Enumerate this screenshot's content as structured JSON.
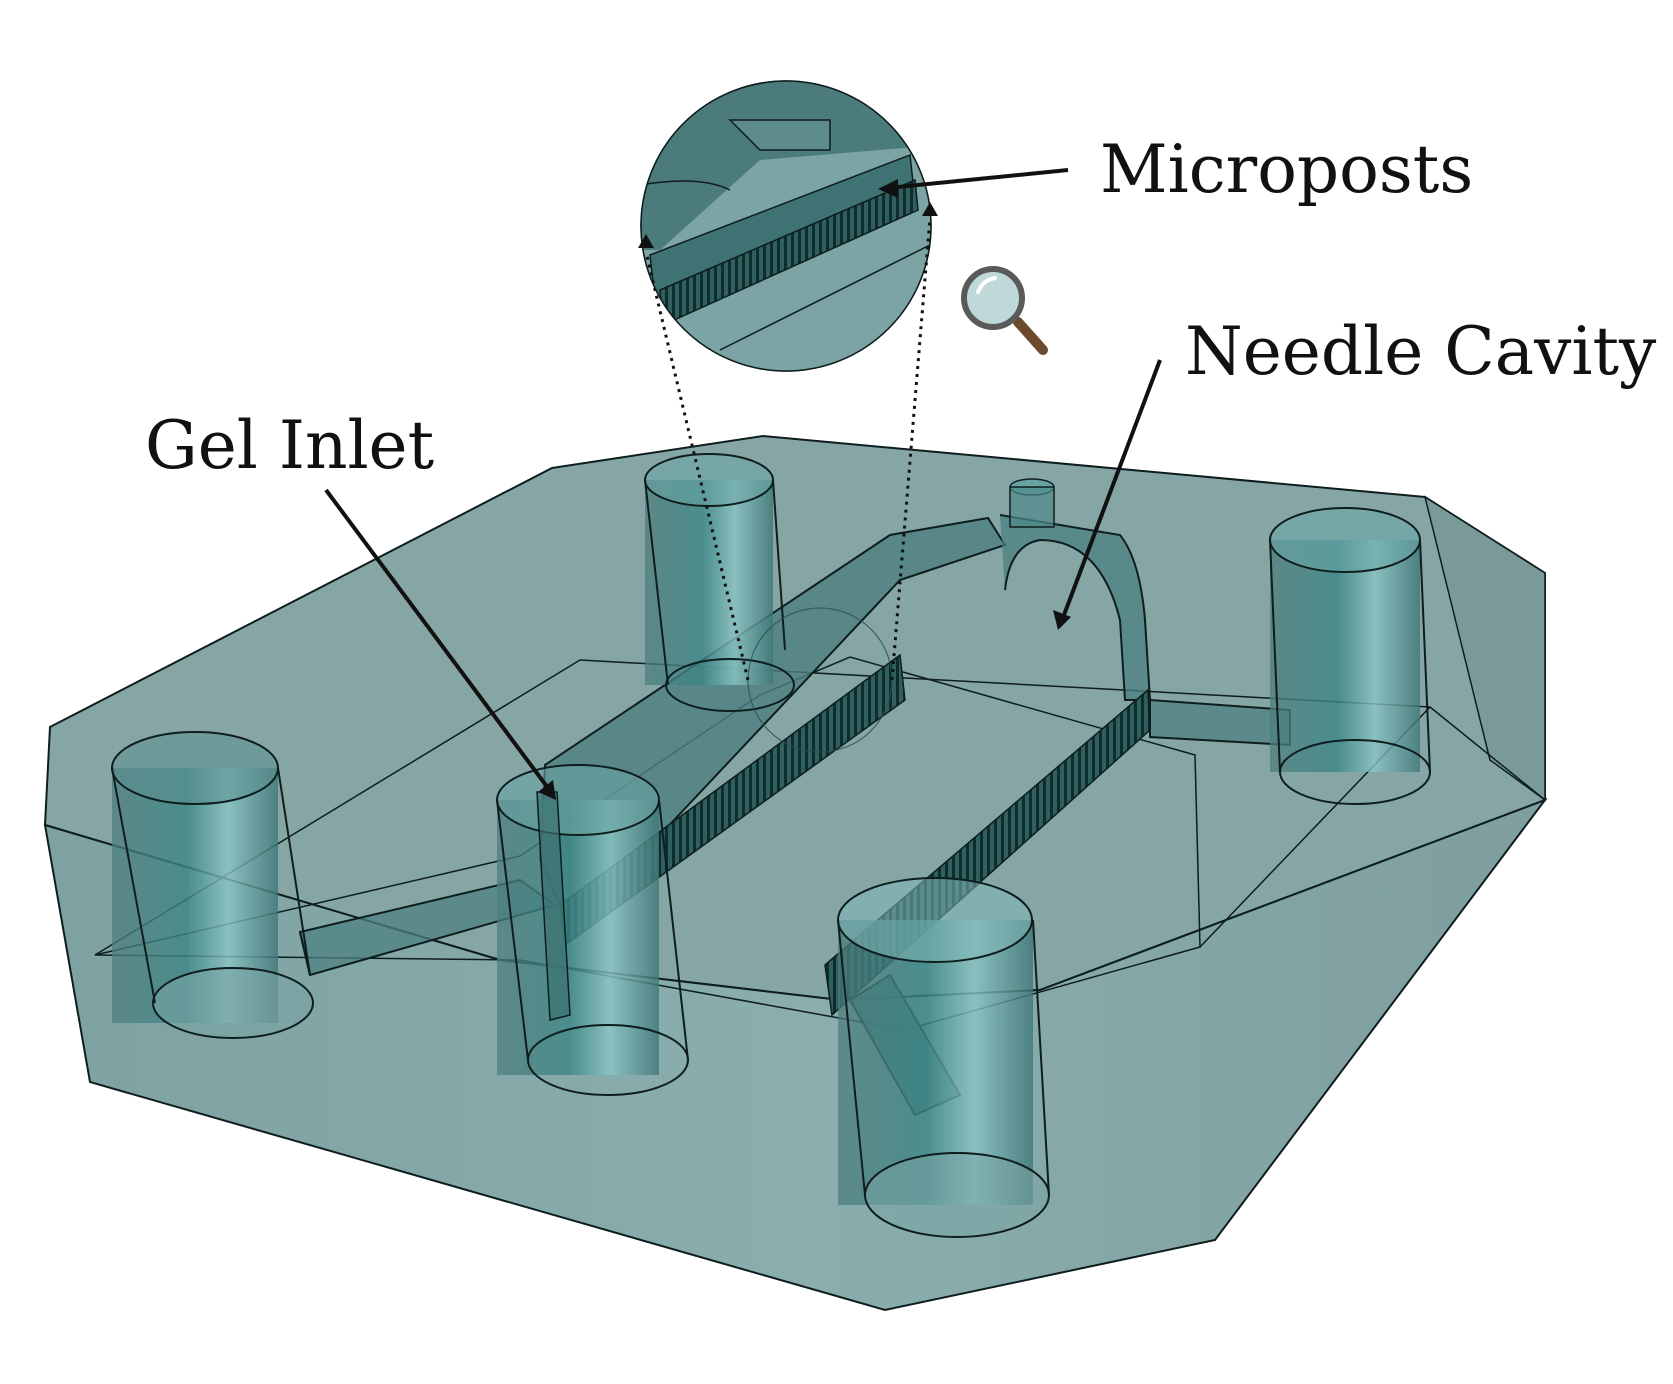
{
  "labels": {
    "microposts": "Microposts",
    "needle_cavity": "Needle Cavity",
    "gel_inlet": "Gel Inlet"
  },
  "icons": {
    "zoom": "magnifier-icon"
  },
  "colors": {
    "body_fill": "#5f8f8f",
    "body_top": "#86a8a8",
    "channel": "#3d7373",
    "cylinder_dark": "#2f6e6e",
    "cylinder_light": "#8fc3c3",
    "edge": "#0e1d1d",
    "posts": "#163a3a",
    "lens_handle": "#6b4a2e",
    "lens_rim": "#5a5a5a"
  }
}
